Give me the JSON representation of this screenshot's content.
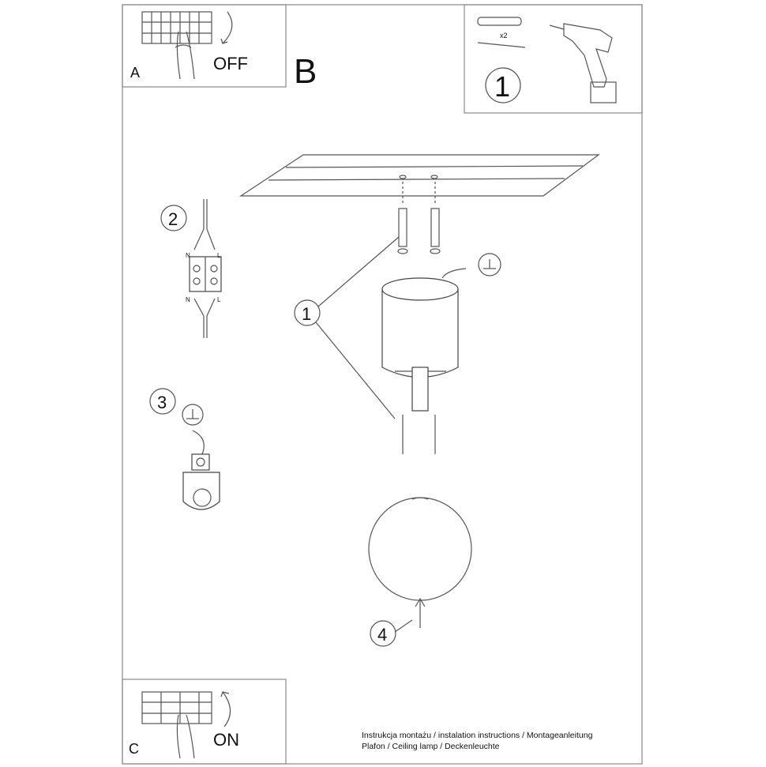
{
  "panels": {
    "a": {
      "letter": "A",
      "caption": "OFF"
    },
    "b": {
      "letter": "B"
    },
    "c": {
      "letter": "C",
      "caption": "ON"
    },
    "tools": {
      "step": "1",
      "quantity": "x2"
    }
  },
  "steps": {
    "step1": "1",
    "step2": "2",
    "step3": "3",
    "step4": "4"
  },
  "wiring": {
    "n_top": "N",
    "l_top": "L",
    "n_bottom": "N",
    "l_bottom": "L"
  },
  "footer": {
    "line1": "Instrukcja montażu / instalation instructions / Montageanleitung",
    "line2": "Plafon / Ceiling lamp / Deckenleuchte"
  }
}
